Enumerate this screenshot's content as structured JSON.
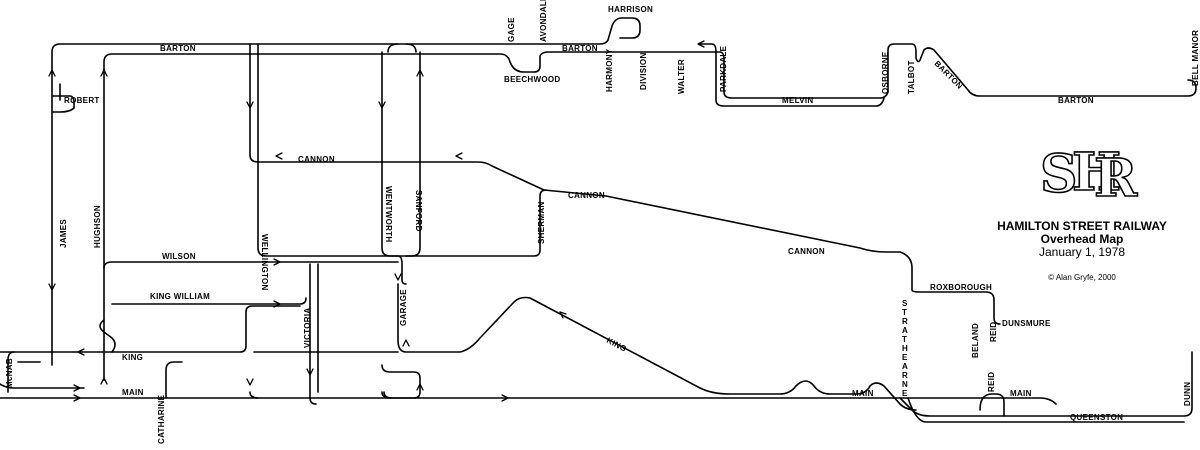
{
  "title": {
    "line1": "HAMILTON STREET RAILWAY",
    "line2": "Overhead Map",
    "line3": "January 1, 1978",
    "credit": "© Alan Gryfe, 2000",
    "logo_letters": [
      "S",
      "H",
      "R"
    ]
  },
  "streets": {
    "barton_w": "BARTON",
    "barton_c": "BARTON",
    "barton_ne": "BARTON",
    "barton_e": "BARTON",
    "robert": "ROBERT",
    "james": "JAMES",
    "hughson": "HUGHSON",
    "wellington": "WELLINGTON",
    "wentworth": "WENTWORTH",
    "sanford": "SANFORD",
    "sherman": "SHERMAN",
    "cannon_w": "CANNON",
    "cannon_c": "CANNON",
    "cannon_e": "CANNON",
    "wilson": "WILSON",
    "king_william": "KING WILLIAM",
    "victoria": "VICTORIA",
    "garage": "GARAGE",
    "king_w": "KING",
    "king_e": "KING",
    "main_w": "MAIN",
    "main_e": "MAIN",
    "main_far": "MAIN",
    "mcnab": "McNAB",
    "catharine": "CATHARINE",
    "gage": "GAGE",
    "avondale": "AVONDALE",
    "harrison": "HARRISON",
    "beechwood": "BEECHWOOD",
    "harmony": "HARMONY",
    "division": "DIVISION",
    "walter": "WALTER",
    "parkdale": "PARKDALE",
    "melvin": "MELVIN",
    "osborne": "OSBORNE",
    "talbot": "TALBOT",
    "bell_manor": "BELL MANOR",
    "roxborough": "ROXBOROUGH",
    "dunsmure": "DUNSMURE",
    "beland": "BELAND",
    "reid_n": "REID",
    "reid_s": "REID",
    "strathearne": "STRATHEARNE",
    "queenston": "QUEENSTON",
    "dunn": "DUNN"
  }
}
